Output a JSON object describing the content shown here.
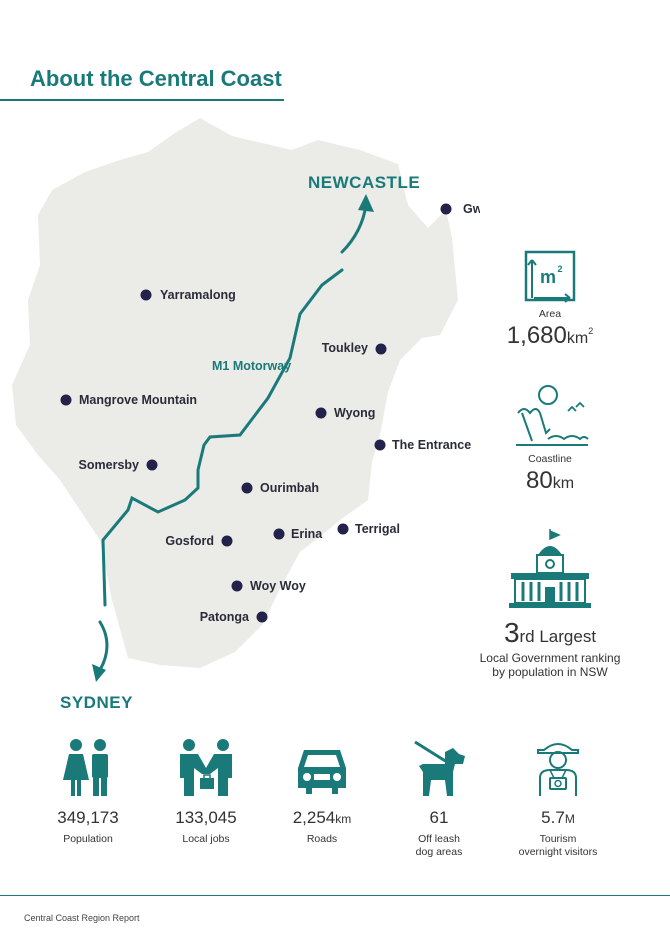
{
  "page": {
    "title": "About the Central Coast",
    "footer": "Central Coast Region Report"
  },
  "colors": {
    "accent": "#1a7a7a",
    "land": "#ebebe7",
    "dot": "#22224a",
    "text": "#333333"
  },
  "map": {
    "cities": {
      "north": "NEWCASTLE",
      "south": "SYDNEY"
    },
    "road_label": "M1 Motorway",
    "towns": [
      "Gwandalan",
      "Yarramalong",
      "Toukley",
      "Mangrove Mountain",
      "Wyong",
      "The Entrance",
      "Somersby",
      "Ourimbah",
      "Terrigal",
      "Gosford",
      "Erina",
      "Woy Woy",
      "Patonga"
    ]
  },
  "facts": {
    "area": {
      "icon": "area-m2-icon",
      "badge": "m",
      "badge_sup": "2",
      "label": "Area",
      "value": "1,680",
      "unit": "km",
      "unit_sup": "2"
    },
    "coastline": {
      "icon": "coastline-icon",
      "label": "Coastline",
      "value": "80",
      "unit": "km"
    },
    "ranking": {
      "icon": "government-building-icon",
      "value": "3",
      "suffix": "rd Largest",
      "line1": "Local Government ranking",
      "line2": "by population in NSW"
    }
  },
  "stats": [
    {
      "icon": "people-icon",
      "value": "349,173",
      "unit": "",
      "label": "Population",
      "label2": ""
    },
    {
      "icon": "handshake-icon",
      "value": "133,045",
      "unit": "",
      "label": "Local jobs",
      "label2": ""
    },
    {
      "icon": "car-icon",
      "value": "2,254",
      "unit": "km",
      "label": "Roads",
      "label2": ""
    },
    {
      "icon": "dog-leash-icon",
      "value": "61",
      "unit": "",
      "label": "Off leash",
      "label2": "dog areas"
    },
    {
      "icon": "tourist-icon",
      "value": "5.7",
      "unit": "M",
      "label": "Tourism",
      "label2": "overnight visitors"
    }
  ]
}
